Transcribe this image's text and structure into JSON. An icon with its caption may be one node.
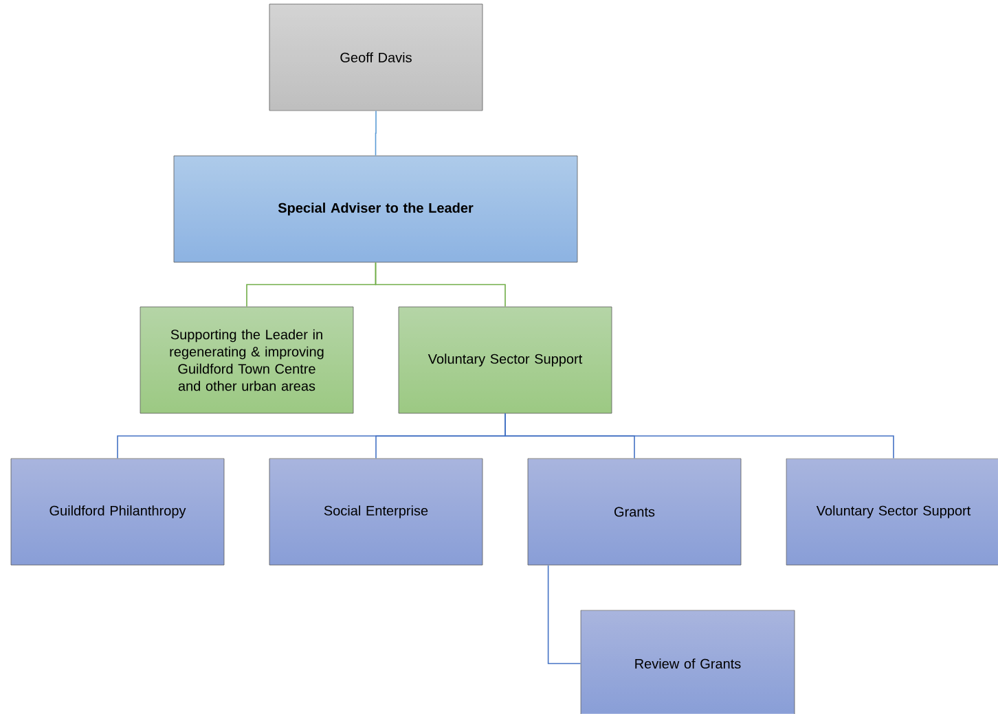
{
  "diagram": {
    "nodes": [
      {
        "text": [
          "Geoff Davis"
        ]
      },
      {
        "text": [
          "**Special Adviser to the Leader**"
        ]
      },
      {
        "text": [
          "Supporting the Leader in regenerating & improving Guildford Town Centre and other urban areas"
        ]
      },
      {
        "text": [
          "Voluntary Sector Support"
        ]
      },
      {
        "text": [
          "Guildford Philanthropy"
        ]
      },
      {
        "text": [
          "Social Enterprise"
        ]
      },
      {
        "text": [
          "Grants"
        ]
      },
      {
        "text": [
          "Voluntary Sector Support"
        ]
      },
      {
        "text": [
          "Review of Grants"
        ]
      }
    ],
    "edges": [
      {
        "from": 0,
        "to": 1,
        "arrow": "none",
        "color": "#5b9bd5"
      },
      {
        "from": 1,
        "to": 2,
        "arrow": "none",
        "color": "#70ad47"
      },
      {
        "from": 1,
        "to": 3,
        "arrow": "none",
        "color": "#70ad47"
      },
      {
        "from": 3,
        "to": 4,
        "arrow": "none"
      },
      {
        "from": 3,
        "to": 5,
        "arrow": "none"
      },
      {
        "from": 3,
        "to": 6,
        "arrow": "none"
      },
      {
        "from": 3,
        "to": 7,
        "arrow": "none"
      },
      {
        "from": 6,
        "to": 8,
        "arrow": "none"
      }
    ]
  }
}
